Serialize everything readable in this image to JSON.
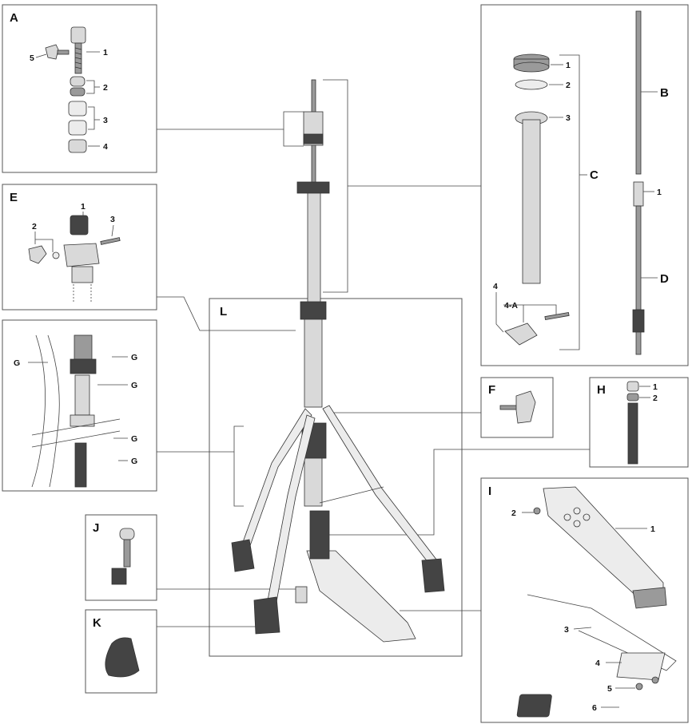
{
  "panels": {
    "A": {
      "letter": "A",
      "parts": [
        "1",
        "2",
        "3",
        "4",
        "5"
      ]
    },
    "E": {
      "letter": "E",
      "parts": [
        "1",
        "2",
        "3"
      ]
    },
    "G": {
      "labels": [
        "G",
        "G",
        "G",
        "G",
        "G"
      ]
    },
    "C": {
      "letter": "C",
      "parts": [
        "1",
        "2",
        "3",
        "4",
        "4-A"
      ]
    },
    "B": {
      "letter": "B"
    },
    "D": {
      "letter": "D",
      "part": "1"
    },
    "L": {
      "letter": "L"
    },
    "F": {
      "letter": "F"
    },
    "H": {
      "letter": "H",
      "parts": [
        "1",
        "2"
      ]
    },
    "I": {
      "letter": "I",
      "parts": [
        "1",
        "2",
        "3",
        "4",
        "5",
        "6"
      ]
    },
    "J": {
      "letter": "J"
    },
    "K": {
      "letter": "K"
    }
  }
}
